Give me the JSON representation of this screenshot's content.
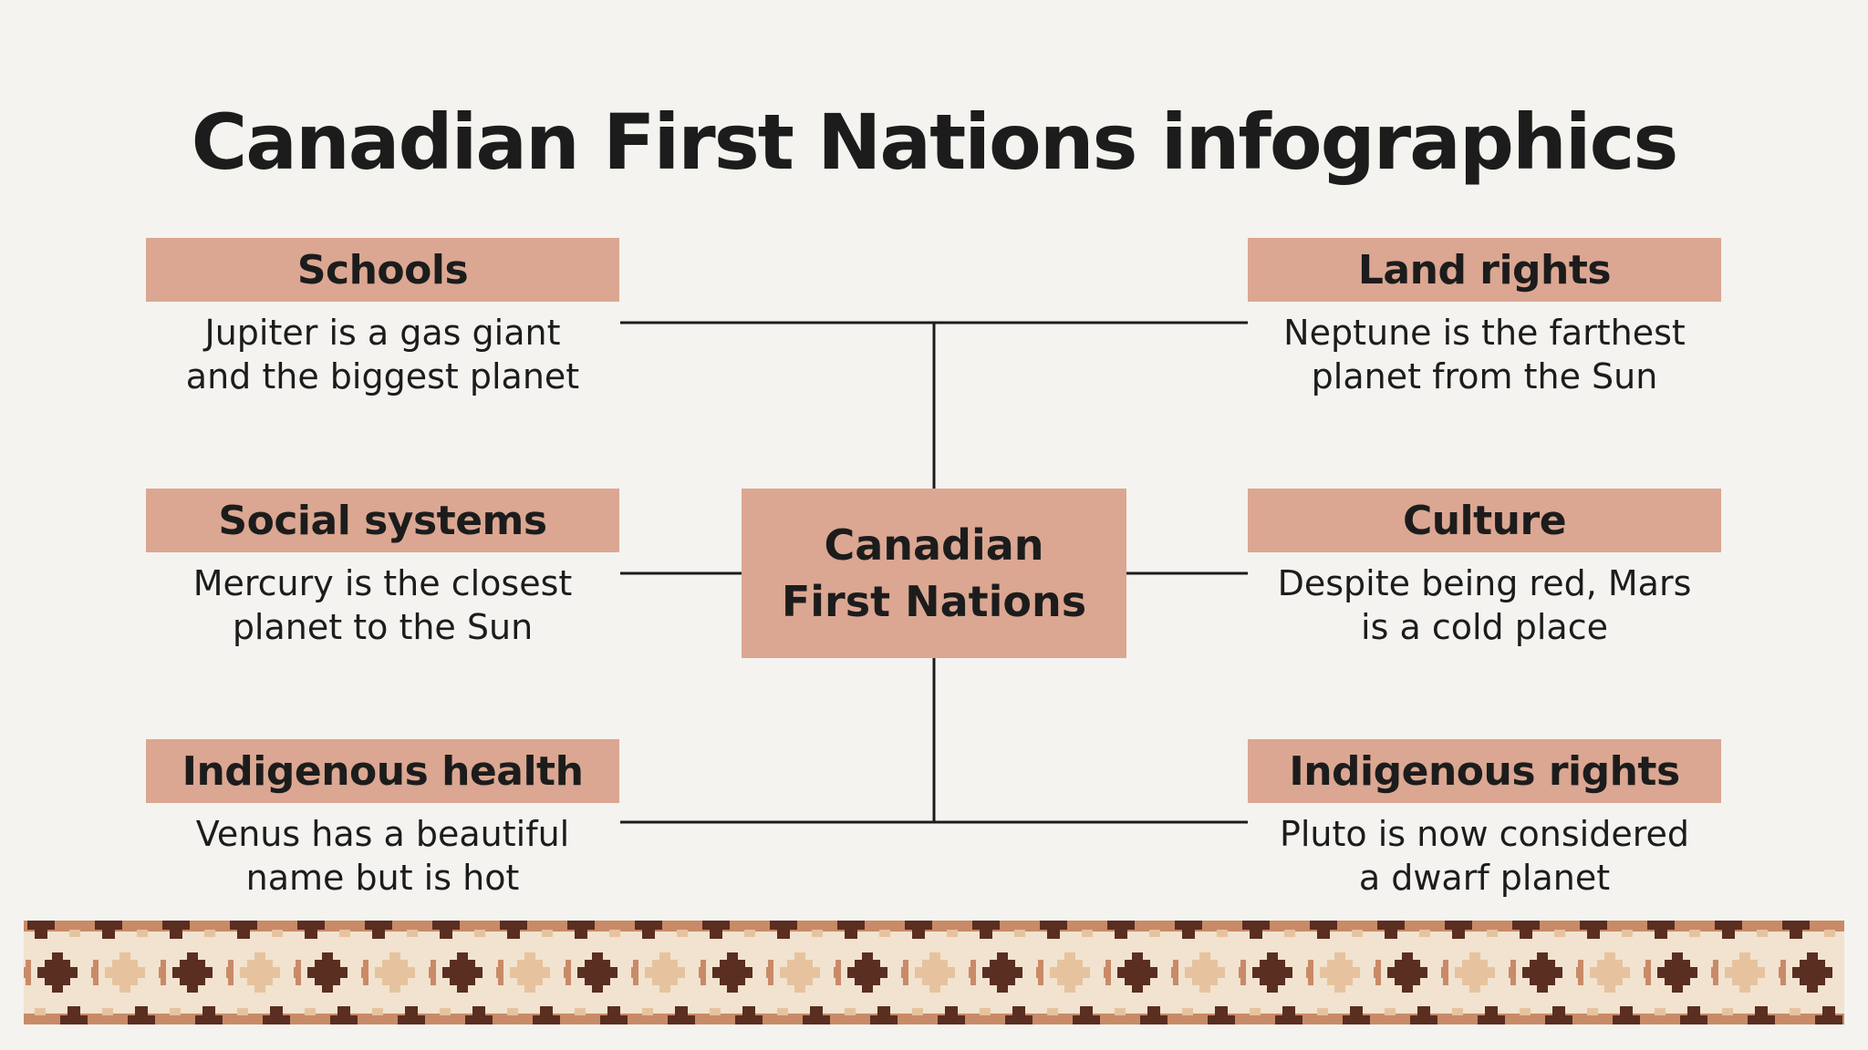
{
  "title": "Canadian First Nations infographics",
  "center": {
    "line1": "Canadian",
    "line2": "First Nations"
  },
  "topics": {
    "schools": {
      "heading": "Schools",
      "line1": "Jupiter is a gas giant",
      "line2": "and the biggest planet"
    },
    "social_systems": {
      "heading": "Social systems",
      "line1": "Mercury is the closest",
      "line2": "planet to the Sun"
    },
    "indigenous_health": {
      "heading": "Indigenous health",
      "line1": "Venus has a beautiful",
      "line2": "name but is hot"
    },
    "land_rights": {
      "heading": "Land rights",
      "line1": "Neptune is the farthest",
      "line2": "planet from the Sun"
    },
    "culture": {
      "heading": "Culture",
      "line1": "Despite being red, Mars",
      "line2": "is a cold place"
    },
    "indigenous_rights": {
      "heading": "Indigenous rights",
      "line1": "Pluto is now considered",
      "line2": "a dwarf planet"
    }
  },
  "colors": {
    "background": "#f4f3ef",
    "box": "#dba792",
    "text": "#1c1c1c",
    "pattern_dark": "#5a2e20",
    "pattern_mid": "#c98a68",
    "pattern_light": "#f1e3cf",
    "pattern_cream": "#e6c39e"
  }
}
